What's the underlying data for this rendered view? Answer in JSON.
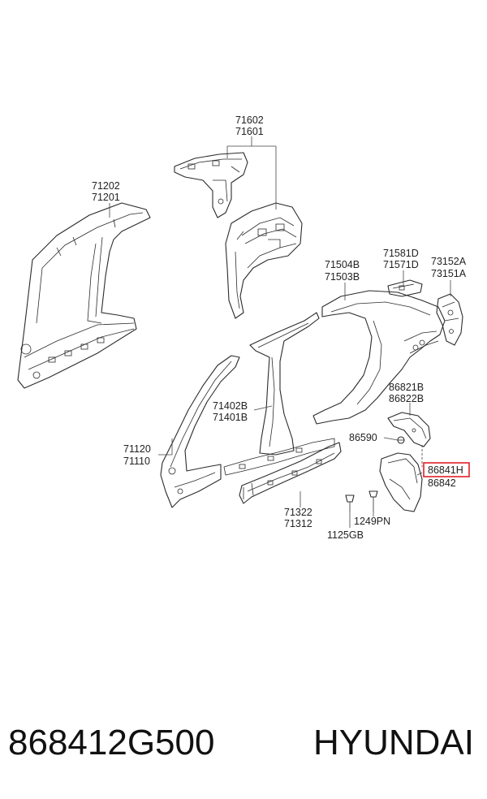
{
  "labels": {
    "p71602": "71602",
    "p71601": "71601",
    "p71202": "71202",
    "p71201": "71201",
    "p71504B": "71504B",
    "p71503B": "71503B",
    "p71581D": "71581D",
    "p71571D": "71571D",
    "p73152A": "73152A",
    "p73151A": "73151A",
    "p86821B": "86821B",
    "p86822B": "86822B",
    "p71402B": "71402B",
    "p71401B": "71401B",
    "p86590": "86590",
    "p71120": "71120",
    "p71110": "71110",
    "p86841H": "86841H",
    "p86842": "86842",
    "p71322": "71322",
    "p71312": "71312",
    "p1249PN": "1249PN",
    "p1125GB": "1125GB"
  },
  "highlight_color": "#e0202a",
  "footer": {
    "part_number": "868412G500",
    "brand": "HYUNDAI"
  }
}
